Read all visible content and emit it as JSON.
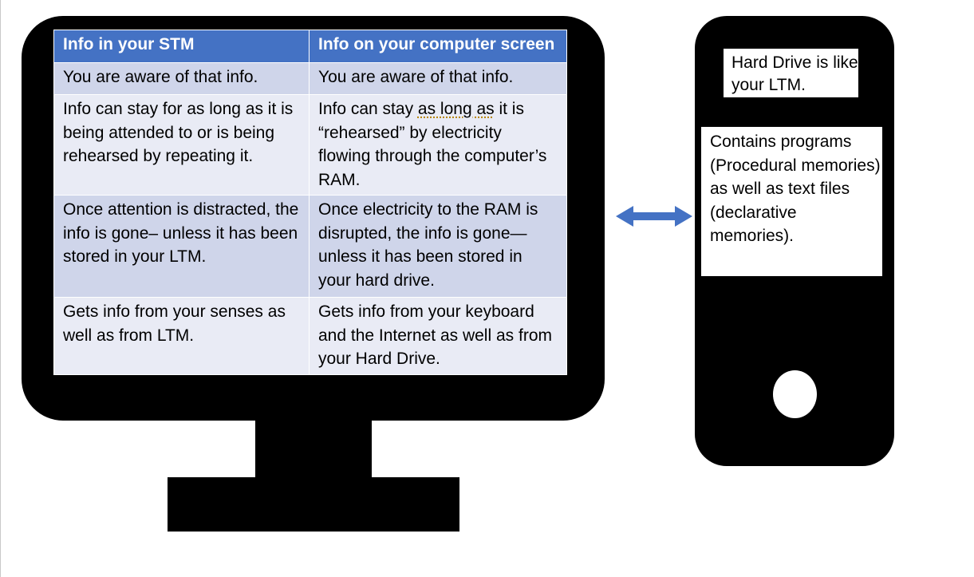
{
  "colors": {
    "header_bg": "#4472C4",
    "row_odd_bg": "#CFD5EA",
    "row_even_bg": "#E9EBF5",
    "arrow": "#4472C4",
    "device": "#000000"
  },
  "monitor_table": {
    "headers": [
      "Info in your STM",
      "Info on your computer screen"
    ],
    "rows": [
      {
        "stm": "You are aware of that info.",
        "screen": "You are aware of that info."
      },
      {
        "stm": "Info can stay for as long as it is being attended to or is being rehearsed by repeating it.",
        "screen_pre": "Info can stay ",
        "screen_marked": "as long as",
        "screen_post": " it is “rehearsed” by electricity flowing through the computer’s RAM."
      },
      {
        "stm": "Once attention is distracted, the info is gone– unless it has been stored in your LTM.",
        "screen": "Once electricity to the RAM is disrupted, the info is gone—unless it has been stored in your hard drive."
      },
      {
        "stm": "Gets info from your senses as well as from LTM.",
        "screen": "Gets info from your keyboard and the Internet as well as from your Hard Drive."
      }
    ]
  },
  "connector": {
    "icon": "double-arrow-icon"
  },
  "tower": {
    "hard_drive_label": "Hard Drive is like your LTM.",
    "contents_label": "Contains programs (Procedural memories) as well as text files (declarative memories)."
  }
}
